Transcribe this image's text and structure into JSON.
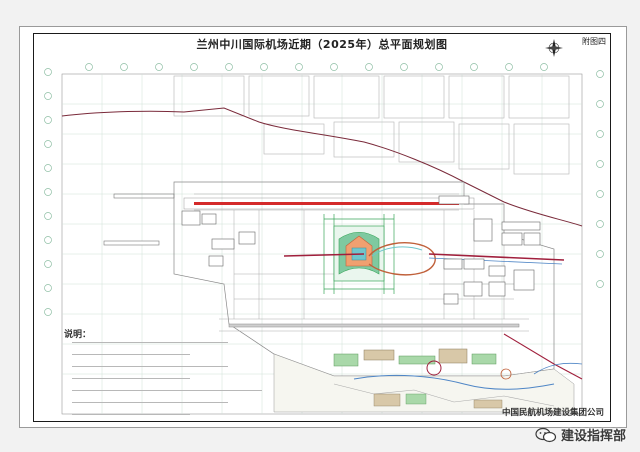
{
  "map": {
    "title": "兰州中川国际机场近期（2025年）总平面规划图",
    "sheet_label": "附图四",
    "notes_heading": "说明：",
    "company": "中国民航机场建设集团公司",
    "watermark": "建设指挥部",
    "colors": {
      "runway_red": "#d42a2a",
      "terminal_green": "#3aa55a",
      "grid": "#cfe0d6",
      "road_dark": "#7a2a3a",
      "railway": "#a01f3c",
      "orange_tint": "#f0a070",
      "cyan_tint": "#6fc6cc",
      "blue_road": "#4f86c6",
      "green_zone": "#a9d8a9",
      "beige_zone": "#d8c8a8"
    },
    "icons": [
      "compass-rose-icon",
      "wechat-icon"
    ]
  }
}
